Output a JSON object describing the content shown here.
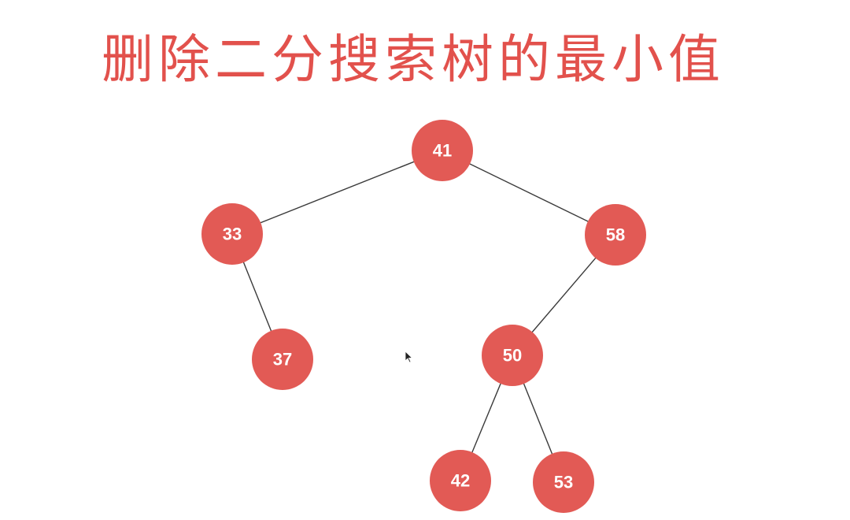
{
  "title": "删除二分搜索树的最小值",
  "colors": {
    "title": "#e2514c",
    "node": "#e25a55",
    "edge": "#3a3a3a",
    "label": "#ffffff"
  },
  "tree": {
    "nodes": [
      {
        "id": "n41",
        "value": "41"
      },
      {
        "id": "n33",
        "value": "33"
      },
      {
        "id": "n58",
        "value": "58"
      },
      {
        "id": "n37",
        "value": "37"
      },
      {
        "id": "n50",
        "value": "50"
      },
      {
        "id": "n42",
        "value": "42"
      },
      {
        "id": "n53",
        "value": "53"
      }
    ],
    "edges": [
      {
        "from": "n41",
        "to": "n33"
      },
      {
        "from": "n41",
        "to": "n58"
      },
      {
        "from": "n33",
        "to": "n37"
      },
      {
        "from": "n58",
        "to": "n50"
      },
      {
        "from": "n50",
        "to": "n42"
      },
      {
        "from": "n50",
        "to": "n53"
      }
    ]
  },
  "icons": {
    "cursor": "mouse-pointer-icon"
  }
}
